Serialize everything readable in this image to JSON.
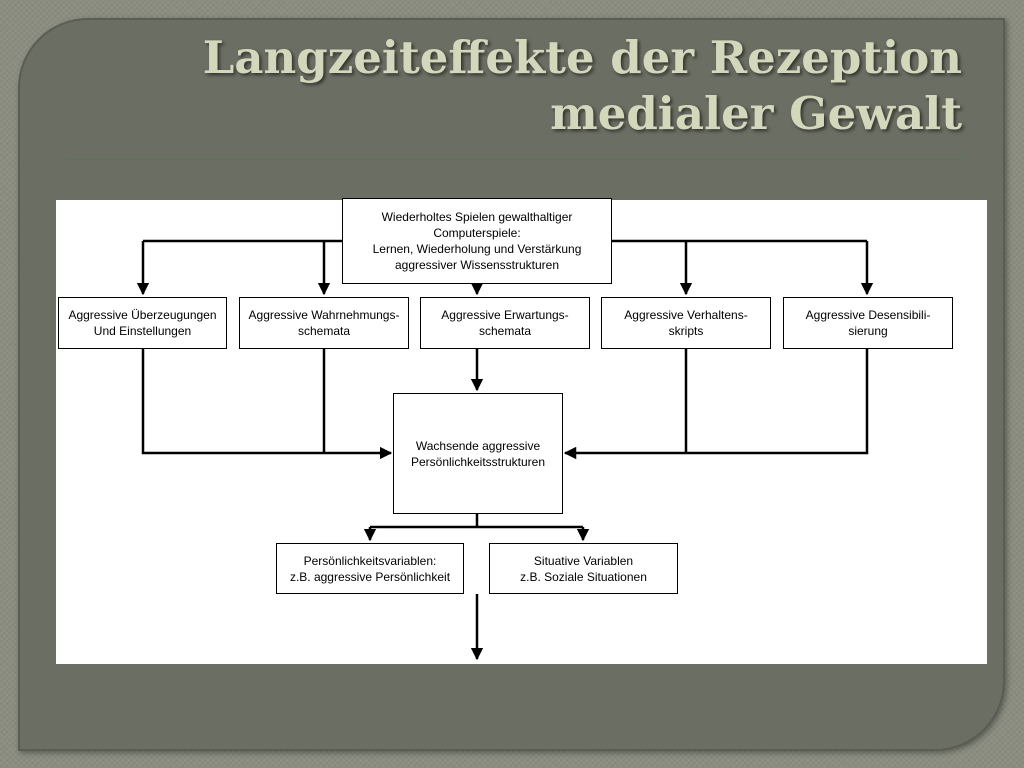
{
  "title": {
    "line1": "Langzeiteffekte der Rezeption",
    "line2": "medialer Gewalt"
  },
  "diagram": {
    "source": {
      "line1": "Wiederholtes Spielen gewalthaltiger",
      "line2": "Computerspiele:",
      "line3": "Lernen, Wiederholung und Verstärkung",
      "line4": "aggressiver Wissensstrukturen"
    },
    "level1": [
      {
        "line1": "Aggressive Überzeugungen",
        "line2": "Und Einstellungen"
      },
      {
        "line1": "Aggressive Wahrnehmungs-",
        "line2": "schemata"
      },
      {
        "line1": "Aggressive Erwartungs-",
        "line2": "schemata"
      },
      {
        "line1": "Aggressive Verhaltens-",
        "line2": "skripts"
      },
      {
        "line1": "Aggressive Desensibili-",
        "line2": "sierung"
      }
    ],
    "center": {
      "line1": "Wachsende aggressive",
      "line2": "Persönlichkeitsstrukturen"
    },
    "variables": [
      {
        "line1": "Persönlichkeitsvariablen:",
        "line2": "z.B. aggressive Persönlichkeit"
      },
      {
        "line1": "Situative Variablen",
        "line2": "z.B. Soziale Situationen"
      }
    ]
  }
}
